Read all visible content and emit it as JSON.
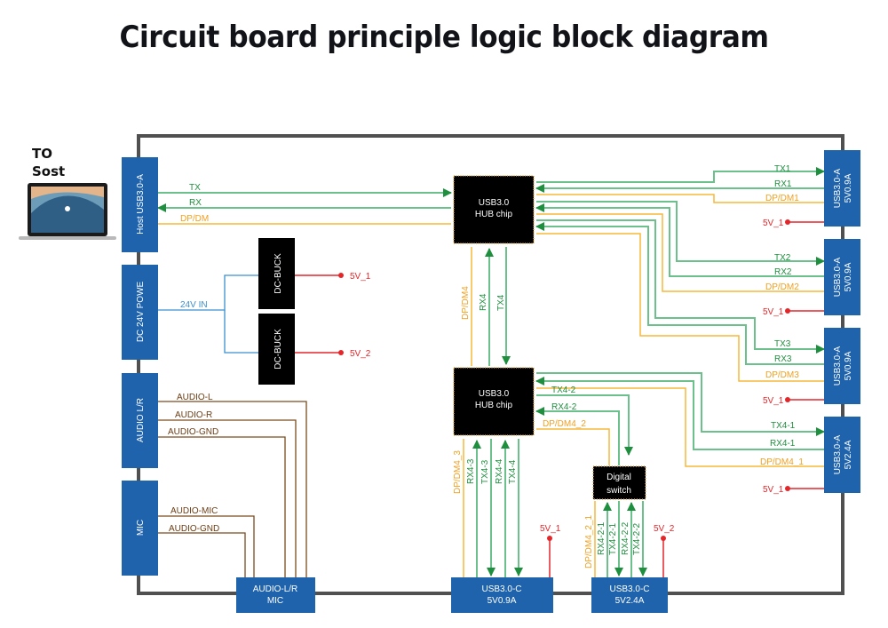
{
  "title": "Circuit board principle logic block diagram",
  "host": {
    "line1": "TO",
    "line2": "Sost",
    "icon": "laptop-icon"
  },
  "colors": {
    "block": "#1f63ad",
    "chip": "#000000",
    "signal_green": "#6cc08b",
    "arrow_green": "#1e8f3e",
    "data_orange": "#f5b93c",
    "power_red": "#e3262a",
    "power_blue": "#3a8fd0",
    "audio_brown": "#7a4b1e",
    "frame": "#505050"
  },
  "left_ports": [
    {
      "id": "host",
      "label": "Host USB3.0-A"
    },
    {
      "id": "dc",
      "label": "DC 24V POWE"
    },
    {
      "id": "audio",
      "label": "AUDIO L/R"
    },
    {
      "id": "mic",
      "label": "MIC"
    }
  ],
  "right_ports": [
    {
      "id": "p1",
      "line1": "USB3.0-A",
      "line2": "5V0.9A",
      "power": "5V_1",
      "signals": [
        "TX1",
        "RX1",
        "DP/DM1"
      ]
    },
    {
      "id": "p2",
      "line1": "USB3.0-A",
      "line2": "5V0.9A",
      "power": "5V_1",
      "signals": [
        "TX2",
        "RX2",
        "DP/DM2"
      ]
    },
    {
      "id": "p3",
      "line1": "USB3.0-A",
      "line2": "5V0.9A",
      "power": "5V_1",
      "signals": [
        "TX3",
        "RX3",
        "DP/DM3"
      ]
    },
    {
      "id": "p4",
      "line1": "USB3.0-A",
      "line2": "5V2.4A",
      "power": "5V_1",
      "signals": [
        "TX4-1",
        "RX4-1",
        "DP/DM4_1"
      ]
    }
  ],
  "bottom_ports": [
    {
      "id": "audio_out",
      "line1": "AUDIO-L/R",
      "line2": "MIC"
    },
    {
      "id": "usbc1",
      "line1": "USB3.0-C",
      "line2": "5V0.9A",
      "power": "5V_1"
    },
    {
      "id": "usbc2",
      "line1": "USB3.0-C",
      "line2": "5V2.4A",
      "power": "5V_2"
    }
  ],
  "chips": {
    "hub1": {
      "line1": "USB3.0",
      "line2": "HUB chip"
    },
    "hub2": {
      "line1": "USB3.0",
      "line2": "HUB chip"
    },
    "buck1": "DC-BUCK",
    "buck2": "DC-BUCK",
    "switch": {
      "line1": "Digital",
      "line2": "switch"
    }
  },
  "signals": {
    "host_tx": "TX",
    "host_rx": "RX",
    "host_dpdm": "DP/DM",
    "power_in": "24V IN",
    "buck1_out": "5V_1",
    "buck2_out": "5V_2",
    "audio_l": "AUDIO-L",
    "audio_r": "AUDIO-R",
    "audio_gnd": "AUDIO-GND",
    "mic": "AUDIO-MIC",
    "mic_gnd": "AUDIO-GND",
    "hub_dpdm4": "DP/DM4",
    "hub_rx4": "RX4",
    "hub_tx4": "TX4",
    "tx4_2": "TX4-2",
    "rx4_2": "RX4-2",
    "dpdm4_2": "DP/DM4_2",
    "dpdm4_3": "DP/DM4_3",
    "rx4_3": "RX4-3",
    "tx4_3": "TX4-3",
    "rx4_4": "RX4-4",
    "tx4_4": "TX4-4",
    "dpdm4_2_1": "DP/DM4_2_1",
    "rx4_2_1": "RX4-2-1",
    "tx4_2_1": "TX4-2-1",
    "rx4_2_2": "RX4-2-2",
    "tx4_2_2": "TX4-2-2"
  }
}
